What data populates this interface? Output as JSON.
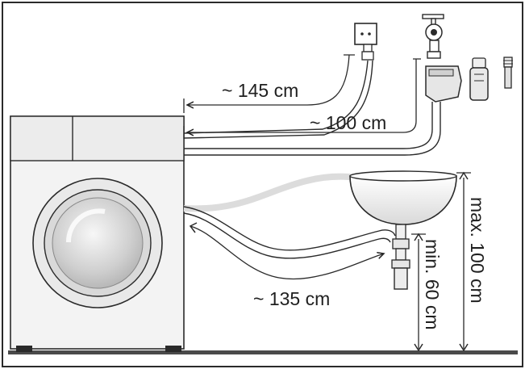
{
  "diagram": {
    "labels": {
      "hose_145": "~ 145 cm",
      "hose_100": "~ 100 cm",
      "hose_135": "~ 135 cm",
      "max_height": "max. 100 cm",
      "min_height": "min. 60 cm"
    },
    "colors": {
      "line": "#2a2a2a",
      "machine_fill": "#f3f3f3",
      "machine_shade": "#dedede",
      "hose_light": "#eeeeee",
      "floor": "#4a4a4a"
    },
    "icons": [
      "power-socket-icon",
      "water-tap-icon",
      "valve-adapter-icon",
      "hose-connector-icon",
      "drain-pipe-icon"
    ]
  }
}
